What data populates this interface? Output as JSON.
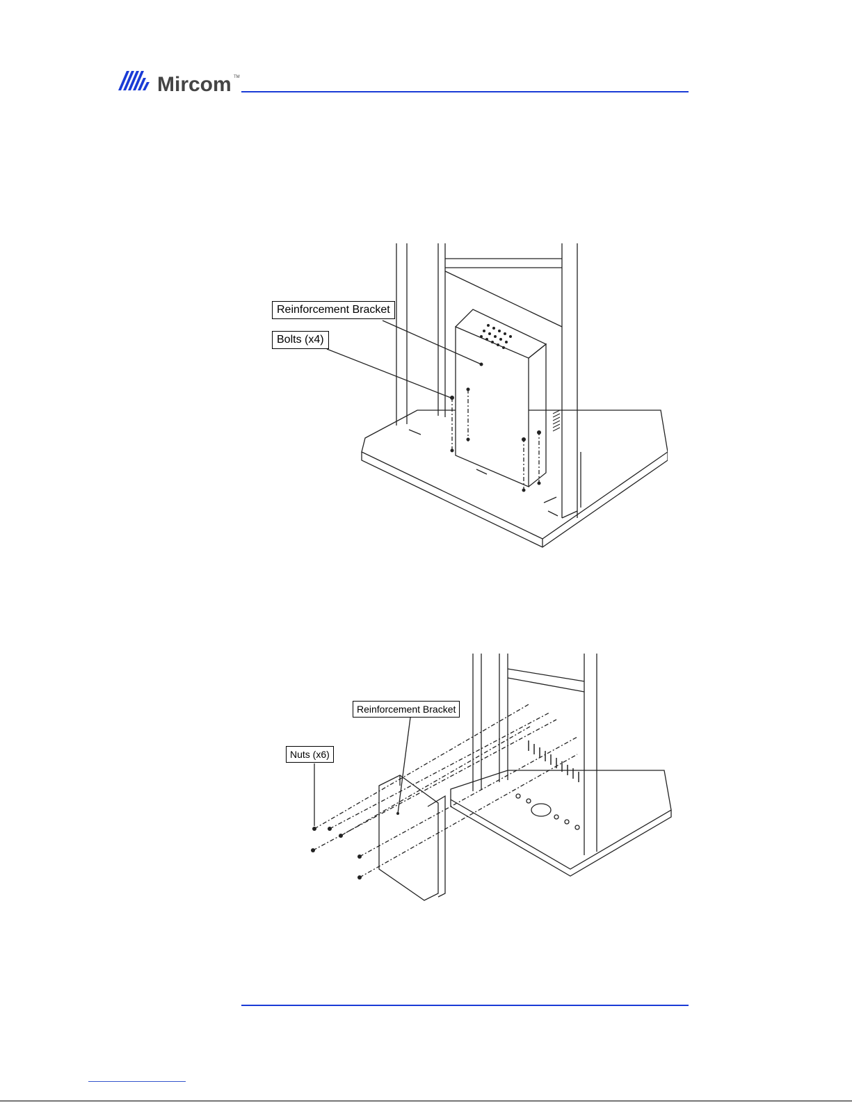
{
  "header": {
    "brand_name": "Mircom",
    "trademark": "TM",
    "accent_color": "#1a3bd6"
  },
  "figure1": {
    "callouts": {
      "bracket": "Reinforcement Bracket",
      "bolts": "Bolts (x4)"
    }
  },
  "figure2": {
    "callouts": {
      "bracket": "Reinforcement Bracket",
      "nuts": "Nuts (x6)"
    }
  }
}
